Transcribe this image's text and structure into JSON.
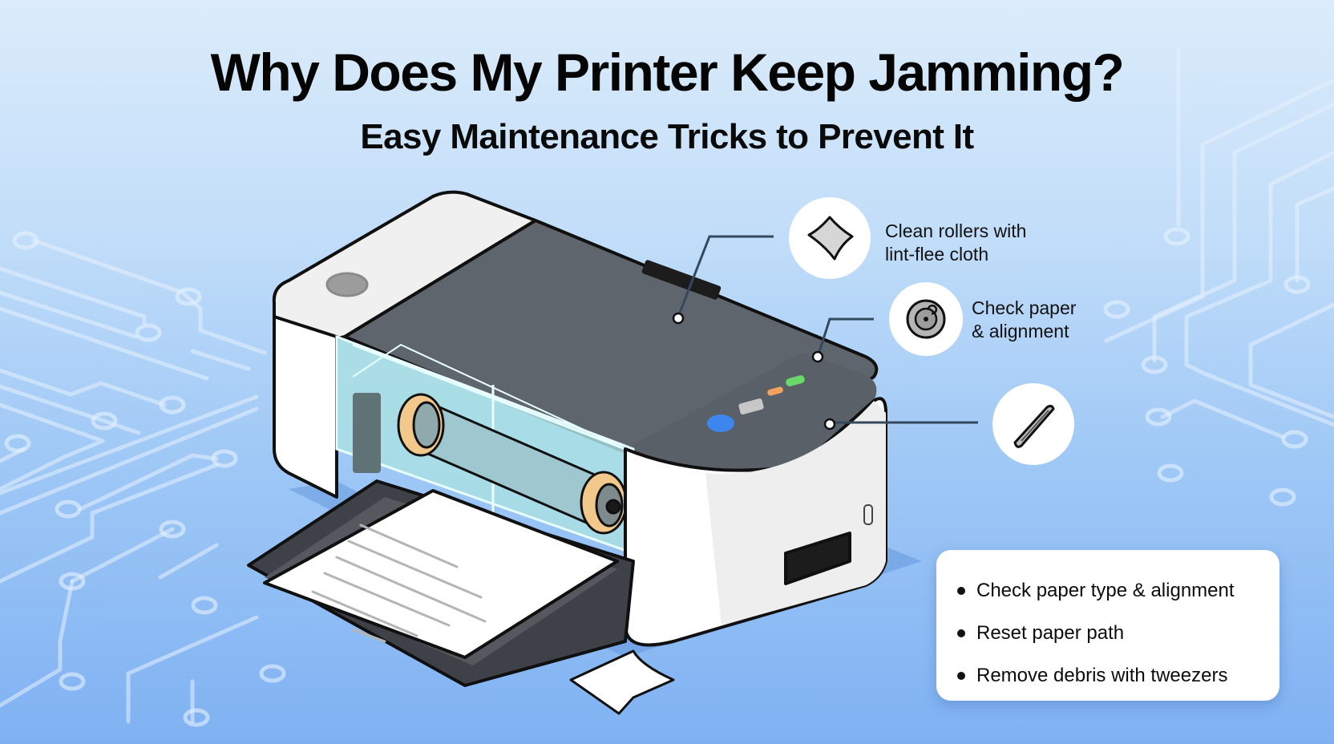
{
  "header": {
    "title": "Why Does My Printer Keep Jamming?",
    "subtitle": "Easy Maintenance Tricks to Prevent It"
  },
  "callouts": [
    {
      "icon": "cloth-icon",
      "label_line1": "Clean rollers with",
      "label_line2": "lint-flee cloth"
    },
    {
      "icon": "roller-disc-icon",
      "label_line1": "Check paper",
      "label_line2": "& alignment"
    },
    {
      "icon": "tweezers-icon",
      "label_line1": "",
      "label_line2": ""
    }
  ],
  "tips_card": {
    "items": [
      "Check paper type & alignment",
      "Reset paper path",
      "Remove debris with tweezers"
    ]
  },
  "colors": {
    "background_top": "#dcecfb",
    "background_bottom": "#7fb1f2",
    "trace": "#e3effc",
    "printer_body": "#f2f2f2",
    "printer_lid": "#5f656d",
    "glass": "#a9dfe3",
    "roller_cap": "#f3c98b",
    "button_blue": "#3d86ee",
    "led_green": "#6bd96a",
    "led_orange": "#f4a15d"
  }
}
